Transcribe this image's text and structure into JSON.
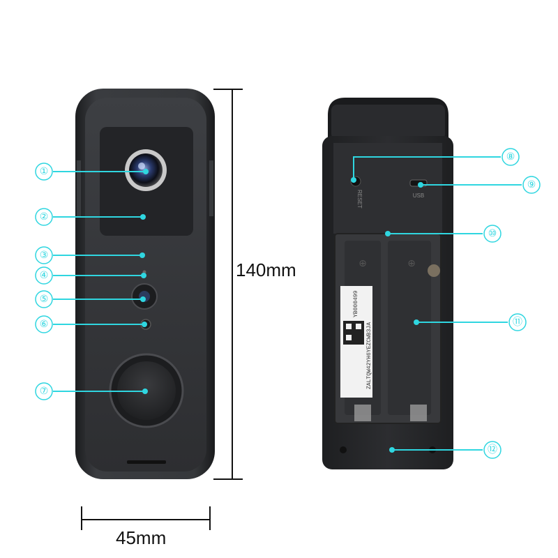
{
  "dimensions": {
    "height_label": "140mm",
    "width_label": "45mm"
  },
  "callouts": [
    {
      "number": "①"
    },
    {
      "number": "②"
    },
    {
      "number": "③"
    },
    {
      "number": "④"
    },
    {
      "number": "⑤"
    },
    {
      "number": "⑥"
    },
    {
      "number": "⑦"
    },
    {
      "number": "⑧"
    },
    {
      "number": "⑨"
    },
    {
      "number": "⑩"
    },
    {
      "number": "⑪"
    },
    {
      "number": "⑫"
    }
  ],
  "back_panel": {
    "reset_label": "RESET",
    "usb_label": "USB",
    "sticker_code_1": "YB000499",
    "sticker_code_2": "ZALTQW42YH6YEZCWB3JA"
  },
  "colors": {
    "callout": "#2fd6e0",
    "device_body": "#2b2c2e",
    "device_face": "#3a3b3e"
  }
}
